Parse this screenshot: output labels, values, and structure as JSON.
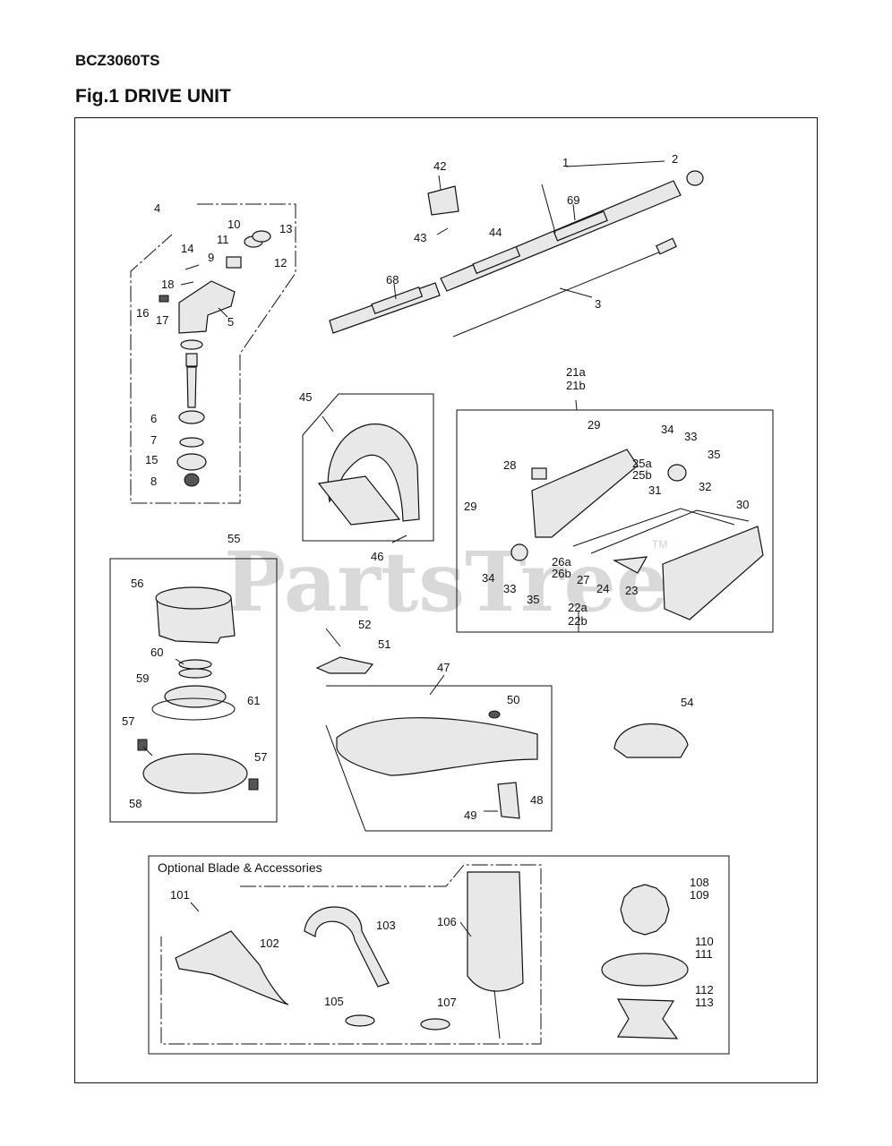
{
  "header": {
    "model": "BCZ3060TS",
    "figure_title": "Fig.1 DRIVE UNIT"
  },
  "watermark": {
    "text": "PartsTree",
    "tm": "TM"
  },
  "optional_section": {
    "title": "Optional Blade & Accessories"
  },
  "callouts": {
    "c1": "1",
    "c2": "2",
    "c3": "3",
    "c4": "4",
    "c5": "5",
    "c6": "6",
    "c7": "7",
    "c8": "8",
    "c9": "9",
    "c10": "10",
    "c11": "11",
    "c12": "12",
    "c13": "13",
    "c14": "14",
    "c15": "15",
    "c16": "16",
    "c17": "17",
    "c18": "18",
    "c21a": "21a",
    "c21b": "21b",
    "c22a": "22a",
    "c22b": "22b",
    "c23": "23",
    "c24": "24",
    "c25a": "25a",
    "c25b": "25b",
    "c26a": "26a",
    "c26b": "26b",
    "c27": "27",
    "c28": "28",
    "c29a": "29",
    "c29b": "29",
    "c30": "30",
    "c31": "31",
    "c32": "32",
    "c33a": "33",
    "c33b": "33",
    "c34a": "34",
    "c34b": "34",
    "c35a": "35",
    "c35b": "35",
    "c42": "42",
    "c43": "43",
    "c44": "44",
    "c45": "45",
    "c46": "46",
    "c47": "47",
    "c48": "48",
    "c49": "49",
    "c50": "50",
    "c51": "51",
    "c52": "52",
    "c54": "54",
    "c55": "55",
    "c56": "56",
    "c57a": "57",
    "c57b": "57",
    "c58": "58",
    "c59": "59",
    "c60": "60",
    "c61": "61",
    "c68": "68",
    "c69": "69",
    "c101": "101",
    "c102": "102",
    "c103": "103",
    "c105": "105",
    "c106": "106",
    "c107": "107",
    "c108": "108",
    "c109": "109",
    "c110": "110",
    "c111": "111",
    "c112": "112",
    "c113": "113"
  }
}
